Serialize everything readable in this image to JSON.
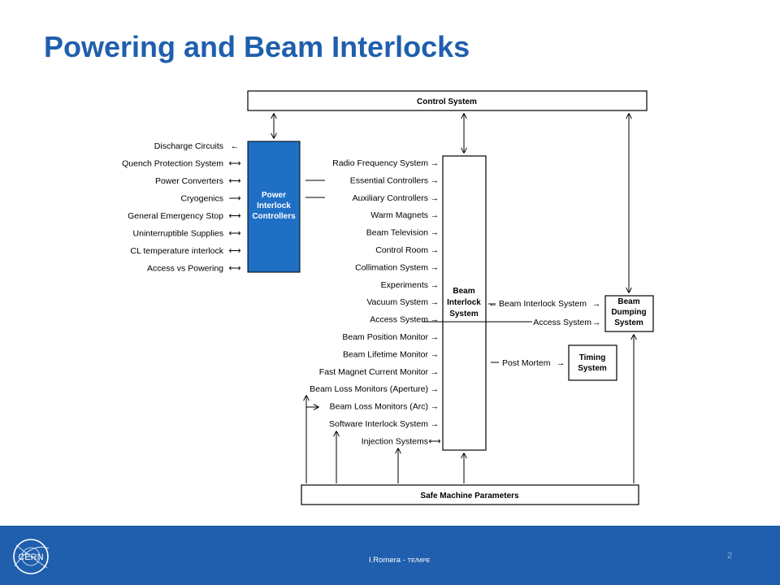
{
  "slide": {
    "title": "Powering and Beam Interlocks",
    "author": "I.Romera - ",
    "affiliation": "TE/MPE",
    "page_number": "2",
    "footer_color": "#1f5fad",
    "title_color": "#1f5fad",
    "logo_text": "CERN"
  },
  "diagram": {
    "control_system": "Control System",
    "safe_machine_parameters": "Safe Machine Parameters",
    "pic_lines": [
      "Power",
      "Interlock",
      "Controllers"
    ],
    "bis_lines": [
      "Beam",
      "Interlock",
      "System"
    ],
    "dump_lines": [
      "Beam",
      "Dumping",
      "System"
    ],
    "timing_lines": [
      "Timing",
      "System"
    ],
    "pic_color": "#1f6fc5",
    "pic_inputs": [
      {
        "label": "Discharge Circuits",
        "arrow": "←"
      },
      {
        "label": "Quench Protection System",
        "arrow": "⟷"
      },
      {
        "label": "Power Converters",
        "arrow": "⟷"
      },
      {
        "label": "Cryogenics",
        "arrow": "⟶"
      },
      {
        "label": "General Emergency Stop",
        "arrow": "⟷"
      },
      {
        "label": "Uninterruptible Supplies",
        "arrow": "⟷"
      },
      {
        "label": "CL temperature interlock",
        "arrow": "⟷"
      },
      {
        "label": "Access vs Powering",
        "arrow": "⟷"
      }
    ],
    "bis_inputs": [
      {
        "label": "Radio Frequency System",
        "arrow": "→"
      },
      {
        "label": "Essential Controllers",
        "arrow": "→"
      },
      {
        "label": "Auxiliary Controllers",
        "arrow": "→"
      },
      {
        "label": "Warm Magnets",
        "arrow": "→"
      },
      {
        "label": "Beam Television",
        "arrow": "→"
      },
      {
        "label": "Control Room",
        "arrow": "→"
      },
      {
        "label": "Collimation System",
        "arrow": "→"
      },
      {
        "label": "Experiments",
        "arrow": "→"
      },
      {
        "label": "Vacuum System",
        "arrow": "→"
      },
      {
        "label": "Access System",
        "arrow": "→"
      },
      {
        "label": "Beam Position Monitor",
        "arrow": "→"
      },
      {
        "label": "Beam Lifetime Monitor",
        "arrow": "→"
      },
      {
        "label": "Fast Magnet Current Monitor",
        "arrow": "→"
      },
      {
        "label": "Beam Loss Monitors (Aperture)",
        "arrow": "→"
      },
      {
        "label": "Beam Loss Monitors (Arc)",
        "arrow": "→"
      },
      {
        "label": "Software Interlock System",
        "arrow": "→"
      },
      {
        "label": "Injection Systems",
        "arrow": "⟷"
      }
    ],
    "right_links": [
      {
        "label": "Beam Interlock System",
        "arrow_start": "←",
        "arrow_end": "→"
      },
      {
        "label": "Access System",
        "arrow_start": "",
        "arrow_end": "→"
      },
      {
        "label": "Post Mortem",
        "arrow_start": "",
        "arrow_end": "→"
      }
    ]
  }
}
